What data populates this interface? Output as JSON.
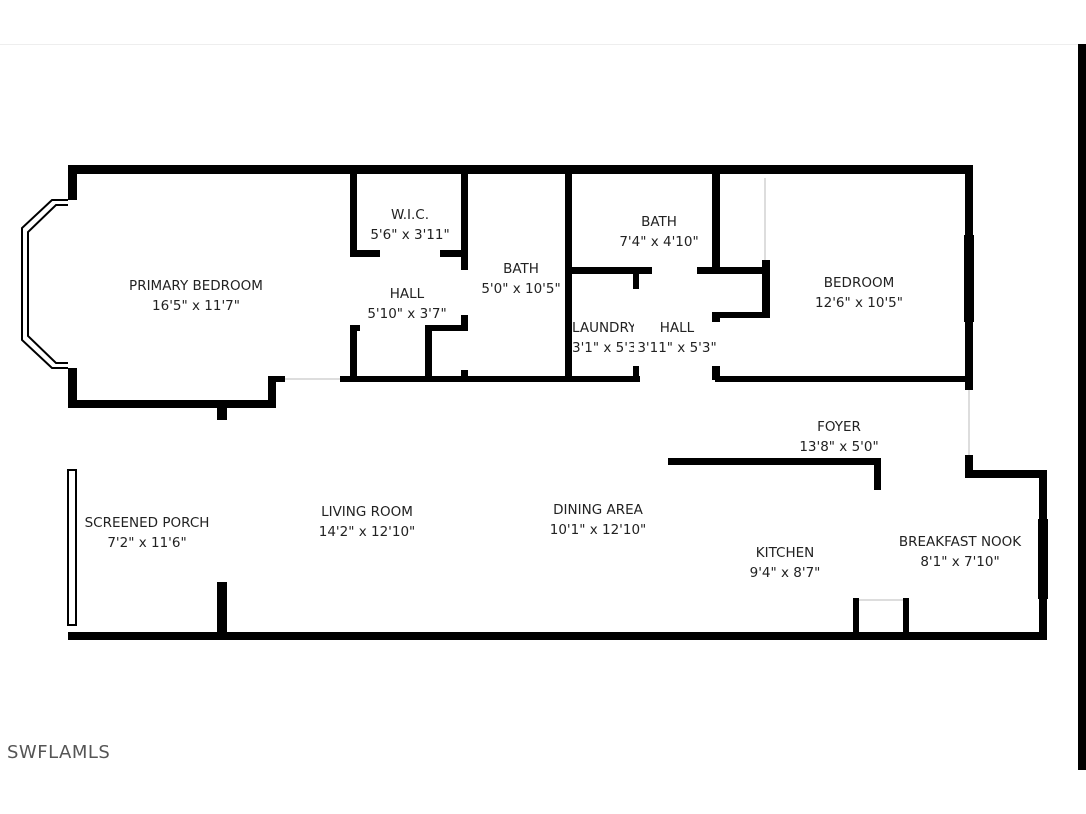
{
  "watermark": "SWFLAMLS",
  "rooms": [
    {
      "name": "PRIMARY BEDROOM",
      "size": "16'5\" x 11'7\""
    },
    {
      "name": "W.I.C.",
      "size": "5'6\" x 3'11\""
    },
    {
      "name": "HALL",
      "size": "5'10\" x 3'7\""
    },
    {
      "name": "BATH",
      "size": "5'0\" x 10'5\""
    },
    {
      "name": "BATH",
      "size": "7'4\" x 4'10\""
    },
    {
      "name": "BEDROOM",
      "size": "12'6\" x 10'5\""
    },
    {
      "name": "LAUNDRY",
      "size": "3'1\" x 5'3\""
    },
    {
      "name": "HALL",
      "size": "3'11\" x 5'3\""
    },
    {
      "name": "FOYER",
      "size": "13'8\" x 5'0\""
    },
    {
      "name": "SCREENED PORCH",
      "size": "7'2\" x 11'6\""
    },
    {
      "name": "LIVING ROOM",
      "size": "14'2\" x 12'10\""
    },
    {
      "name": "DINING AREA",
      "size": "10'1\" x 12'10\""
    },
    {
      "name": "KITCHEN",
      "size": "9'4\" x 8'7\""
    },
    {
      "name": "BREAKFAST NOOK",
      "size": "8'1\" x 7'10\""
    }
  ]
}
